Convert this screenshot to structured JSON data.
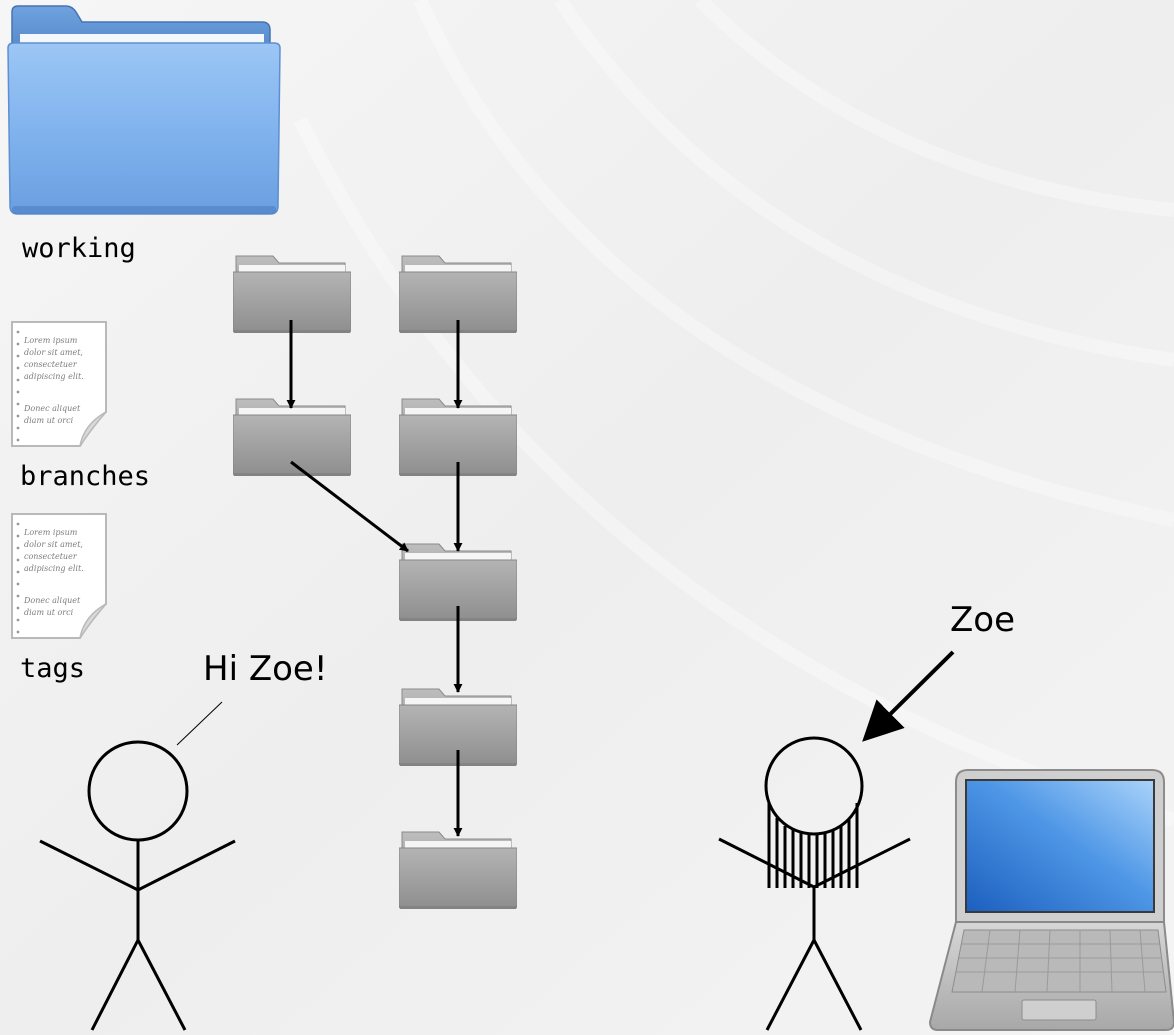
{
  "labels": {
    "working": "working",
    "branches": "branches",
    "tags": "tags",
    "greeting": "Hi Zoe!",
    "zoe": "Zoe"
  },
  "document_lines": [
    "Lorem ipsum",
    "dolor sit amet,",
    "consectetuer",
    "adipiscing elit.",
    "",
    "Donec aliquet",
    "diam ut orci"
  ],
  "icons": {
    "working": "folder-icon",
    "branches": "document-icon",
    "tags": "document-icon",
    "revision": "folder-icon",
    "laptop": "laptop-icon"
  },
  "colors": {
    "blue_folder": "#7cb0ec",
    "gray_folder": "#a0a0a0",
    "stroke": "#000000",
    "background": "#f3f3f3"
  }
}
